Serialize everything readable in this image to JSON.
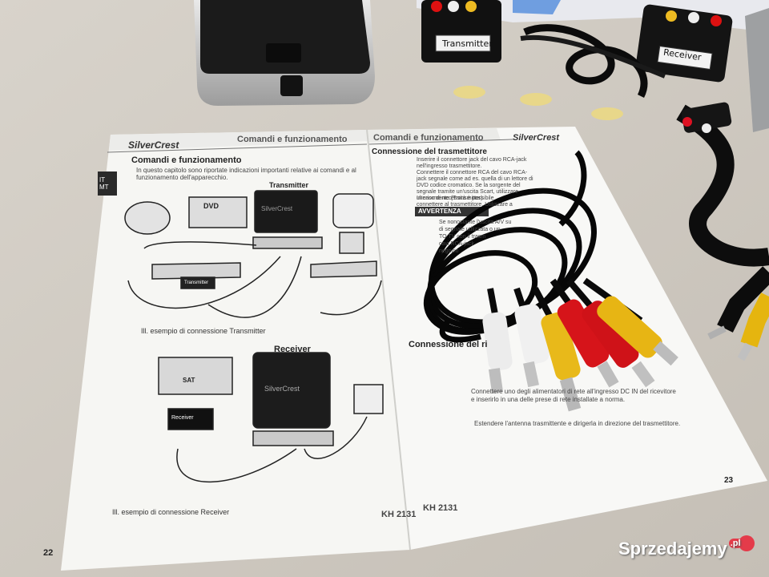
{
  "photo": {
    "watermark": {
      "name": "Sprzedajemy",
      "suffix": ".pl"
    },
    "labels": {
      "transmitter_box": "Transmitter",
      "receiver_box": "Receiver"
    },
    "manual_left": {
      "brand": "SilverCrest",
      "header": "Comandi e funzionamento",
      "section_title": "Comandi e funzionamento",
      "intro": "In questo capitolo sono riportate indicazioni importanti relative ai comandi e al funzionamento dell'apparecchio.",
      "lang_tab": "IT MT",
      "transmitter_title": "Transmitter",
      "receiver_title": "Receiver",
      "device_brand": "SilverCrest",
      "dvd": "DVD",
      "sat": "SAT",
      "box_transmitter": "Transmitter",
      "box_receiver": "Receiver",
      "caption_tx": "Ill. esempio di connessione Transmitter",
      "caption_rx": "Ill. esempio di connessione Receiver",
      "footer_model": "KH 2131",
      "page_number": "22"
    },
    "manual_right": {
      "brand": "SilverCrest",
      "header": "Comandi e funzionamento",
      "section_title": "Connessione del trasmettitore",
      "warning": "AVVERTENZA",
      "section2_title": "Connessione del ri",
      "bullets": [
        "Inserire il connettore jack del cavo RCA-jack nell'ingresso trasmettitore.",
        "Connettere il connettore RCA del cavo RCA-jack segnale come ad es. quella di un lettore di DVD codice cromatico. Se la sorgente del segnale tramite un'uscita Scart, utilizzare ulteriormente (Transmitter)",
        "In caso di necessità è possibile connettere al trasmettitore. Utilizzare a tale scopo",
        "Connettere uno degli alimentatori di rete all'ingresso DC IN del ricevitore e inserirlo in una delle prese di rete installate a norma.",
        "Estendere l'antenna trasmittente e dirigerla in direzione del trasmettitore."
      ],
      "warning_lines": [
        "Se nonostante l'uscita A/V su",
        "di segnale utilizzata o un",
        "TO TV con il trasm",
        "cavi RCA-jack",
        "negozio"
      ],
      "footer_model": "KH 2131",
      "page_number": "23"
    }
  }
}
